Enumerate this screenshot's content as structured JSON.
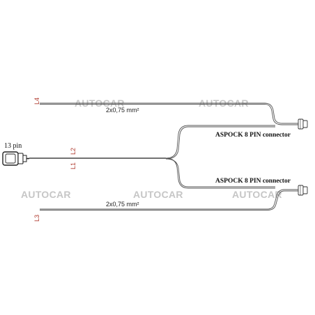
{
  "watermarks": {
    "top_left": "AUTOCAR",
    "top_right": "AUTOCAR",
    "bottom_left": "AUTOCAR",
    "bottom_center": "AUTOCAR",
    "bottom_right": "AUTOCAR"
  },
  "labels": {
    "main_connector": "13 pin",
    "connector_upper": "ASPOCK 8 PIN connector",
    "connector_lower": "ASPOCK 8 PIN connector",
    "wire_upper": "2x0,75 mm²",
    "wire_lower": "2x0,75 mm²"
  },
  "line_ids": {
    "l4": "L4",
    "l2": "L2",
    "l1": "L1",
    "l3": "L3"
  },
  "colors": {
    "line_id": "#b03a2e",
    "watermark": "#c6c6c6",
    "wire": "#555555"
  }
}
